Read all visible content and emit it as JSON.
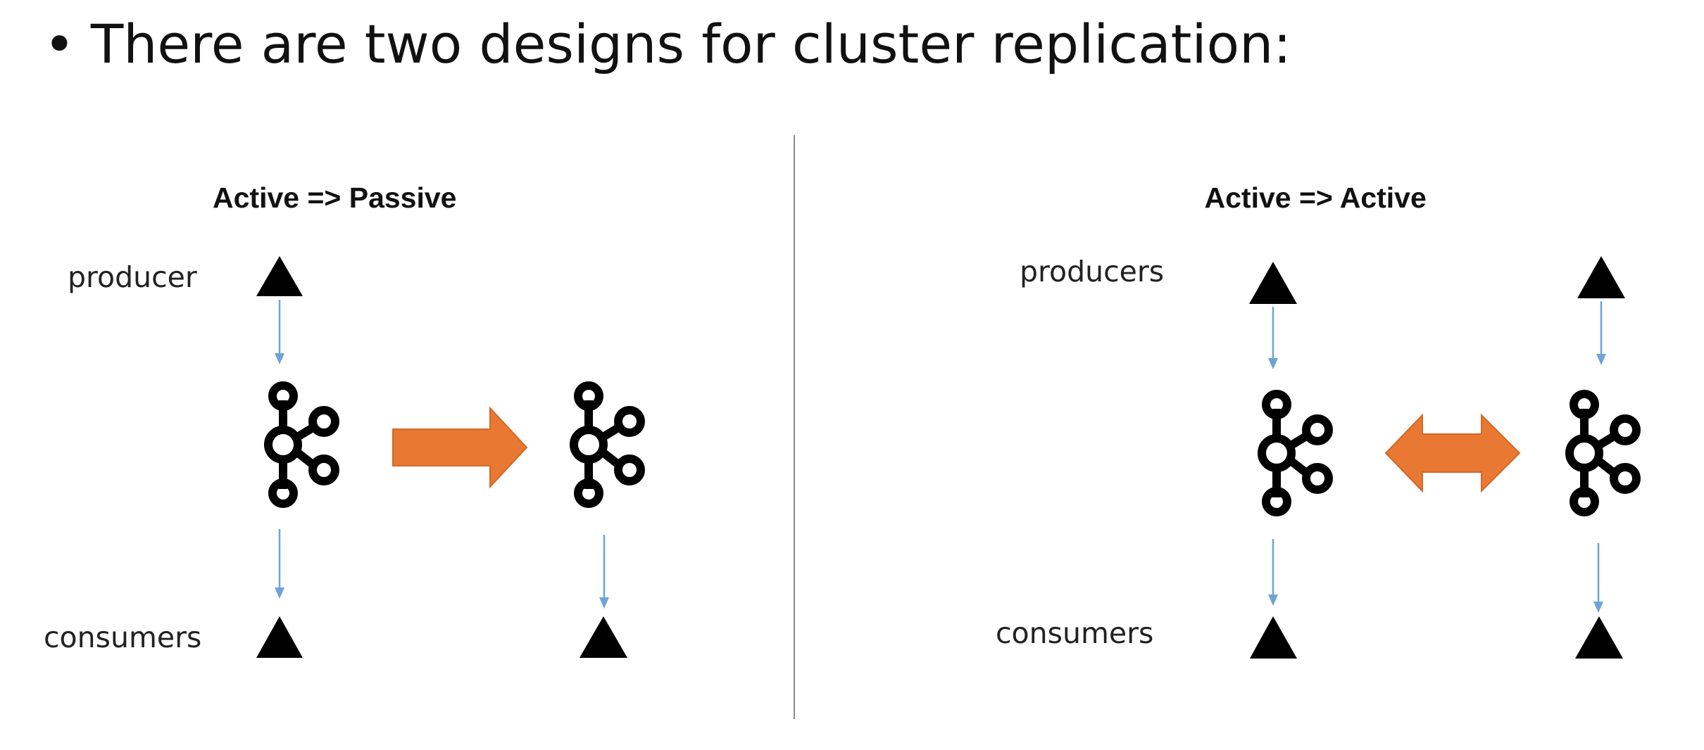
{
  "headline": {
    "bullet": "•",
    "text": "There are two designs for cluster replication:"
  },
  "left_panel": {
    "title": "Active => Passive",
    "producer_label": "producer",
    "consumer_label": "consumers"
  },
  "right_panel": {
    "title": "Active => Active",
    "producer_label": "producers",
    "consumer_label": "consumers"
  },
  "colors": {
    "text": "#111111",
    "flow_arrow": "#6fa3d6",
    "replication_arrow": "#e87832",
    "replication_arrow_outline": "#d06a2a",
    "divider": "#888888",
    "node": "#000000"
  },
  "icons": {
    "cluster": "kafka-cluster-icon",
    "client": "triangle-client-icon"
  }
}
